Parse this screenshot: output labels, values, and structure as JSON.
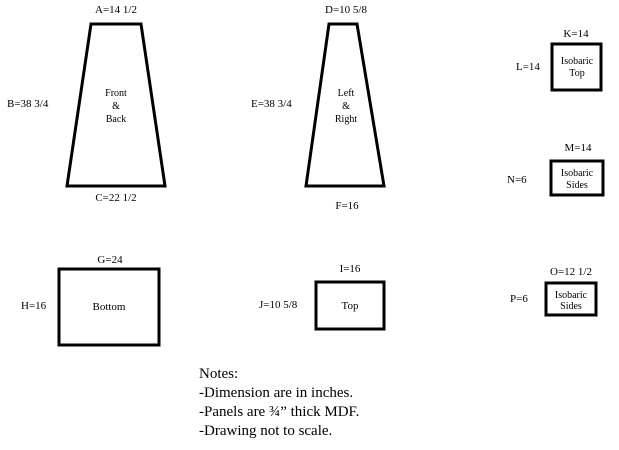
{
  "panels": {
    "front_back": {
      "label_lines": [
        "Front",
        "&",
        "Back"
      ],
      "dims": {
        "top": "A=14 1/2",
        "side": "B=38 3/4",
        "bottom": "C=22 1/2"
      }
    },
    "left_right": {
      "label_lines": [
        "Left",
        "&",
        "Right"
      ],
      "dims": {
        "top": "D=10 5/8",
        "side": "E=38 3/4",
        "bottom": "F=16"
      }
    },
    "bottom": {
      "label_lines": [
        "Bottom"
      ],
      "dims": {
        "top": "G=24",
        "side": "H=16"
      }
    },
    "top": {
      "label_lines": [
        "Top"
      ],
      "dims": {
        "top": "I=16",
        "side": "J=10 5/8"
      }
    },
    "isobaric_top": {
      "label_lines": [
        "Isobaric",
        "Top"
      ],
      "dims": {
        "top": "K=14",
        "side": "L=14"
      }
    },
    "isobaric_sides_1": {
      "label_lines": [
        "Isobaric",
        "Sides"
      ],
      "dims": {
        "top": "M=14",
        "side": "N=6"
      }
    },
    "isobaric_sides_2": {
      "label_lines": [
        "Isobaric",
        "Sides"
      ],
      "dims": {
        "top": "O=12 1/2",
        "side": "P=6"
      }
    }
  },
  "notes": {
    "heading": "Notes:",
    "items": [
      "-Dimension are in inches.",
      "-Panels are ¾” thick MDF.",
      "-Drawing not to scale."
    ]
  }
}
